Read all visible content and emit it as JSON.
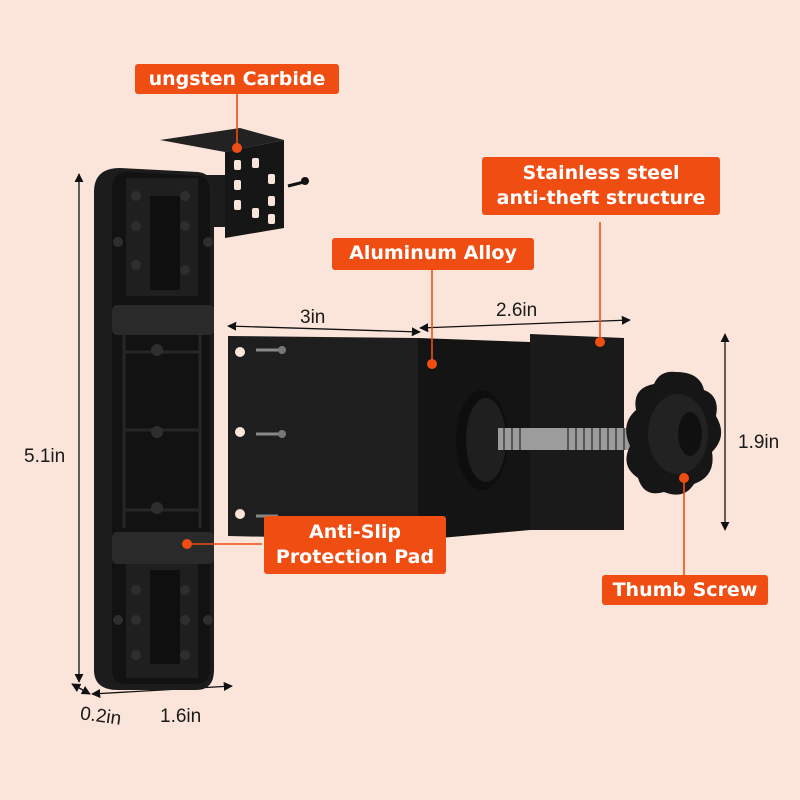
{
  "callouts": {
    "tungsten": "ungsten Carbide",
    "stainless_line1": "Stainless steel",
    "stainless_line2": "anti-theft structure",
    "aluminum": "Aluminum Alloy",
    "antislip_line1": "Anti-Slip",
    "antislip_line2": "Protection Pad",
    "thumb_screw": "Thumb Screw"
  },
  "dimensions": {
    "height": "5.1in",
    "thickness": "0.2in",
    "width": "1.6in",
    "clamp_left": "3in",
    "clamp_right": "2.6in",
    "clamp_height": "1.9in"
  },
  "colors": {
    "background": "#fbe5db",
    "accent": "#f04d13",
    "product": "#161616"
  }
}
